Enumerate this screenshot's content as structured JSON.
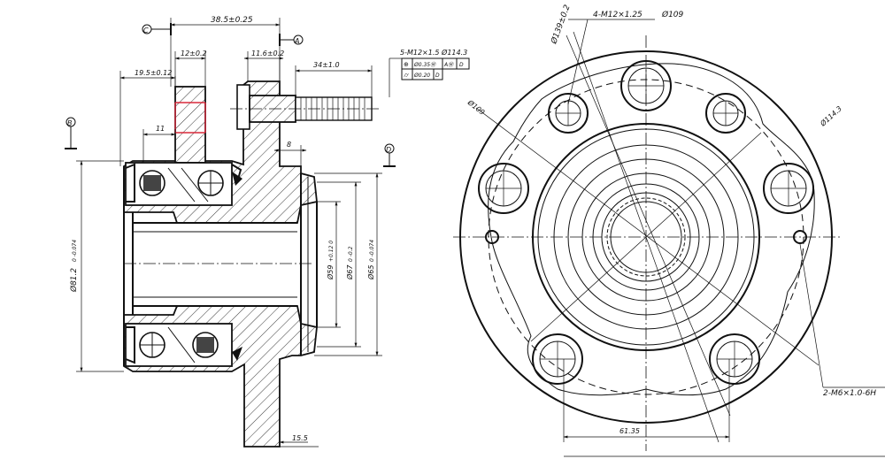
{
  "section_view": {
    "dims": {
      "hub_length": "38.5±0.25",
      "bearing_ring_width": "12±0.2",
      "flange_thickness": "11.6±0.2",
      "stud_length": "34±1.0",
      "outer_offset": "19.5±0.12",
      "seal_offset": "11",
      "pilot_step": "8",
      "flange_bottom": "15.5",
      "bore_dia": "Ø81.2",
      "bore_dia_tol": "0\n-0.074",
      "pilot_dia_1": "Ø59",
      "pilot_dia_1_tol": "+0.12 0",
      "pilot_dia_2": "Ø67",
      "pilot_dia_2_tol": "0 -0.2",
      "pilot_dia_3": "Ø65",
      "pilot_dia_3_tol": "0 -0.074"
    },
    "datums": {
      "A": "A",
      "B": "B",
      "C": "C",
      "D": "D"
    },
    "fcf": {
      "label": "5-M12×1.5  Ø114.3",
      "row1": [
        "⊕",
        "Ø0.35Ⓜ",
        "AⓂ",
        "D"
      ],
      "row2": [
        "⌭",
        "Ø0.20",
        "D"
      ]
    }
  },
  "front_view": {
    "bolt_circle_1": "Ø139±0.2",
    "thread_holes": "4-M12×1.25",
    "hole_circle": "Ø109",
    "diag_hole": "Ø109",
    "pcd": "Ø114.3",
    "small_holes": "2-M6×1.0-6H",
    "bottom_dim": "61.35"
  }
}
